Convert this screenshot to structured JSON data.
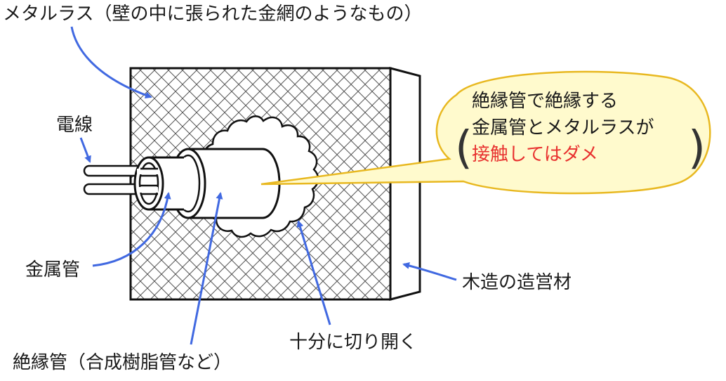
{
  "labels": {
    "metal_lath": "メタルラス（壁の中に張られた金網のようなもの）",
    "wire": "電線",
    "metal_pipe": "金属管",
    "insulating_pipe": "絶縁管（合成樹脂管など）",
    "cut_open": "十分に切り開く",
    "wooden_structure": "木造の造営材"
  },
  "callout": {
    "line1": "絶縁管で絶縁する",
    "line2": "金属管とメタルラスが",
    "line3": "接触してはダメ",
    "open_paren": "(",
    "close_paren": ")"
  },
  "colors": {
    "arrow": "#4169E1",
    "warning_text": "#E8302E",
    "bubble_fill": "#FFFACD",
    "bubble_stroke": "#E8B820",
    "hatch": "#555555"
  }
}
